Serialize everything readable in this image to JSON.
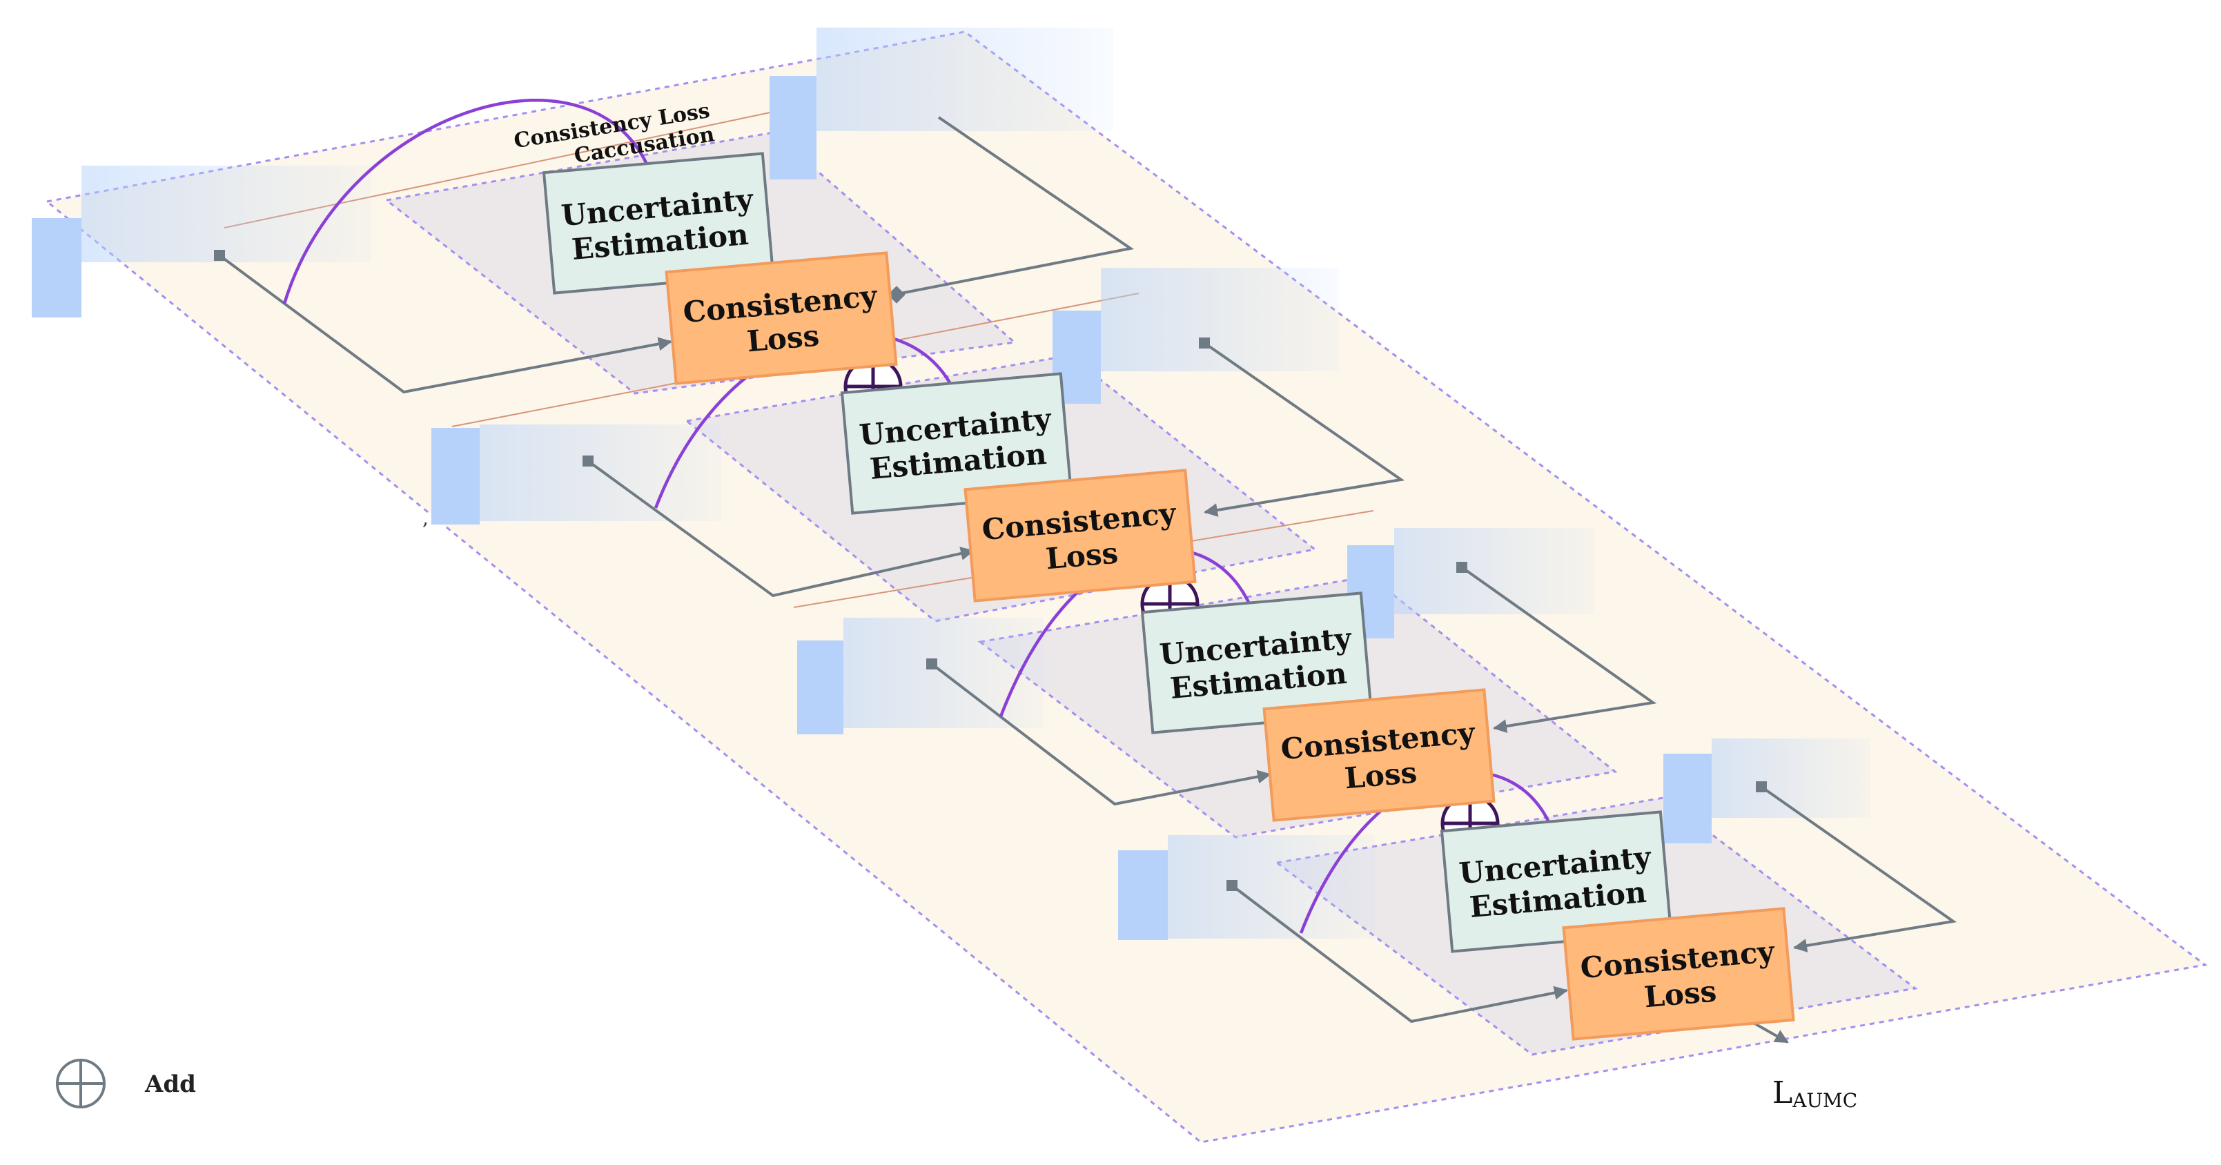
{
  "diagram": {
    "title_line1": "Consistency Loss",
    "title_line2": "Caccusation",
    "stages": [
      {
        "ue_line1": "Uncertainty",
        "ue_line2": "Estimation",
        "cl_line1": "Consistency",
        "cl_line2": "Loss"
      },
      {
        "ue_line1": "Uncertainty",
        "ue_line2": "Estimation",
        "cl_line1": "Consistency",
        "cl_line2": "Loss"
      },
      {
        "ue_line1": "Uncertainty",
        "ue_line2": "Estimation",
        "cl_line1": "Consistency",
        "cl_line2": "Loss"
      },
      {
        "ue_line1": "Uncertainty",
        "ue_line2": "Estimation",
        "cl_line1": "Consistency",
        "cl_line2": "Loss"
      }
    ],
    "output_label": "L",
    "output_subscript": "AUMC",
    "legend": {
      "add_label": "Add",
      "icon": "add-circle-icon"
    },
    "stray_mark": ",",
    "colors": {
      "uncertainty_box": "#e1efeb",
      "consistency_box": "#ffb97b",
      "purple_arrow": "#8a3fd6",
      "gray_connector": "#6f7b84",
      "feature_map": "#b6d2fb",
      "base_panel": "#fdf6ea",
      "stage_panel": "#ece8ea"
    }
  }
}
